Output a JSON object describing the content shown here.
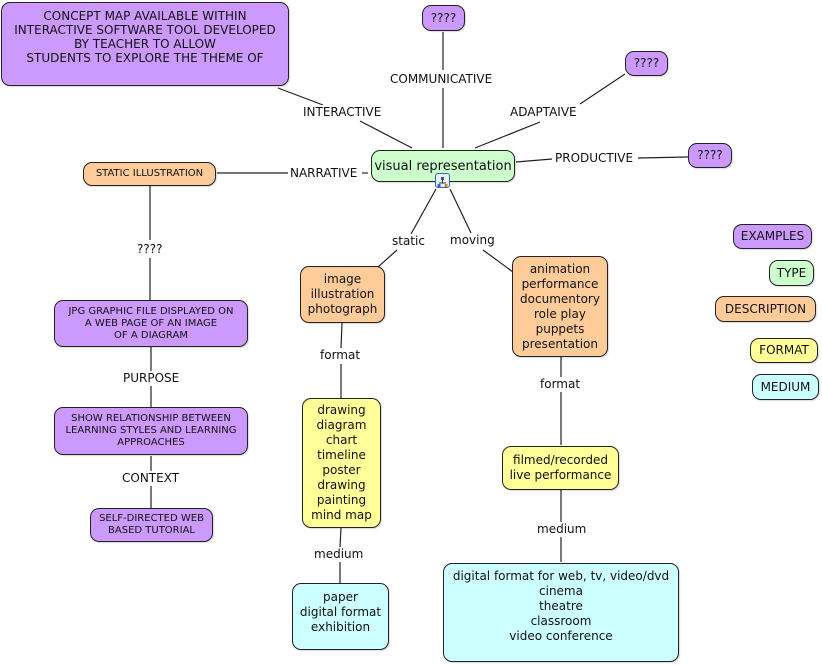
{
  "colors": {
    "examples": "#cc99ff",
    "type": "#ccffcc",
    "description": "#ffcc99",
    "format": "#ffff99",
    "medium": "#ccffff"
  },
  "nodes": {
    "intro": {
      "lines": [
        "CONCEPT MAP AVAILABLE WITHIN",
        "INTERACTIVE SOFTWARE TOOL DEVELOPED",
        "BY TEACHER TO ALLOW",
        "STUDENTS TO EXPLORE THE THEME OF"
      ]
    },
    "q_communicative": "????",
    "q_adaptive": "????",
    "q_productive": "????",
    "central": "visual representation",
    "static_illustration": "STATIC ILLUSTRATION",
    "jpg_graphic": {
      "lines": [
        "JPG GRAPHIC FILE DISPLAYED ON",
        "A WEB PAGE OF AN IMAGE",
        "OF A DIAGRAM"
      ]
    },
    "show_relationship": {
      "lines": [
        "SHOW RELATIONSHIP BETWEEN",
        "LEARNING STYLES AND LEARNING",
        "APPROACHES"
      ]
    },
    "self_directed": {
      "lines": [
        "SELF-DIRECTED WEB",
        "BASED TUTORIAL"
      ]
    },
    "static_desc": {
      "lines": [
        "image",
        "illustration",
        "photograph"
      ]
    },
    "static_format": {
      "lines": [
        "drawing",
        "diagram",
        "chart",
        "timeline",
        "poster",
        "drawing",
        "painting",
        "mind map"
      ]
    },
    "static_medium": {
      "lines": [
        "paper",
        "digital format",
        "exhibition"
      ]
    },
    "moving_desc": {
      "lines": [
        "animation",
        "performance",
        "documentory",
        "role play",
        "puppets",
        "presentation"
      ]
    },
    "moving_format": {
      "lines": [
        "filmed/recorded",
        "live performance"
      ]
    },
    "moving_medium": {
      "lines": [
        "digital format for web, tv, video/dvd",
        "cinema",
        "theatre",
        "classroom",
        "video conference"
      ]
    }
  },
  "link_labels": {
    "interactive": "INTERACTIVE",
    "communicative": "COMMUNICATIVE",
    "adaptive": "ADAPTAIVE",
    "productive": "PRODUCTIVE",
    "narrative": "NARRATIVE",
    "static": "static",
    "moving": "moving",
    "unknown_link": "????",
    "purpose": "PURPOSE",
    "context": "CONTEXT",
    "static_format": "format",
    "static_medium": "medium",
    "moving_format": "format",
    "moving_medium": "medium"
  },
  "legend": {
    "examples": "EXAMPLES",
    "type": "TYPE",
    "description": "DESCRIPTION",
    "format": "FORMAT",
    "medium": "MEDIUM"
  },
  "central_icon": "concept-map-resource-icon"
}
